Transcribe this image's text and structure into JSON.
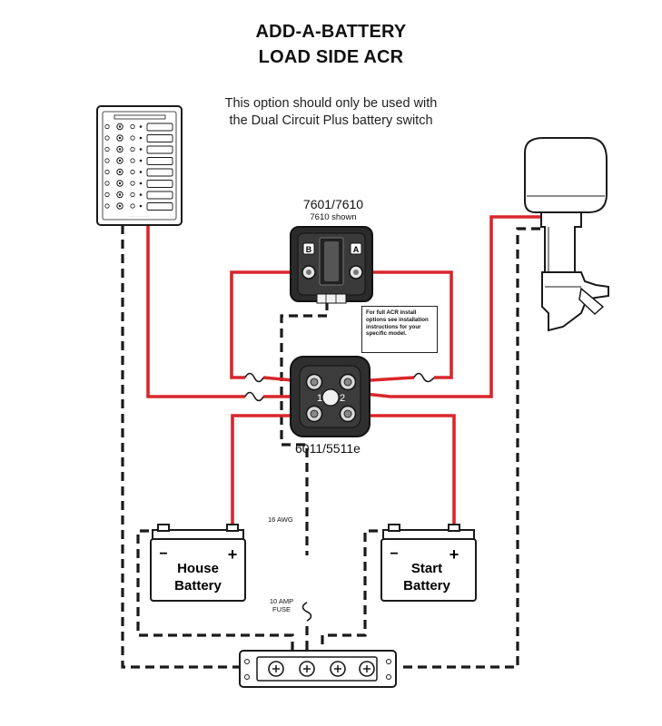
{
  "title_line1": "ADD-A-BATTERY",
  "title_line2": "LOAD SIDE ACR",
  "subtitle_line1": "This option should only be used with",
  "subtitle_line2": "the Dual Circuit Plus battery switch",
  "acr": {
    "model": "7601/7610",
    "shown": "7610 shown",
    "terminal_b": "B",
    "terminal_a": "A"
  },
  "note": "For full ACR install options see installation instructions for your specific model.",
  "switch": {
    "model": "6011/5511e",
    "circuit_1": "1",
    "circuit_2": "2"
  },
  "wire_gauge": "16 AWG",
  "fuse_label_1": "10 AMP",
  "fuse_label_2": "FUSE",
  "house_battery": {
    "line1": "House",
    "line2": "Battery",
    "neg": "−",
    "pos": "+"
  },
  "start_battery": {
    "line1": "Start",
    "line2": "Battery",
    "neg": "−",
    "pos": "+"
  },
  "colors": {
    "positive_wire": "#d9262c",
    "negative_wire": "#1a1a1a",
    "outline": "#1a1a1a"
  }
}
